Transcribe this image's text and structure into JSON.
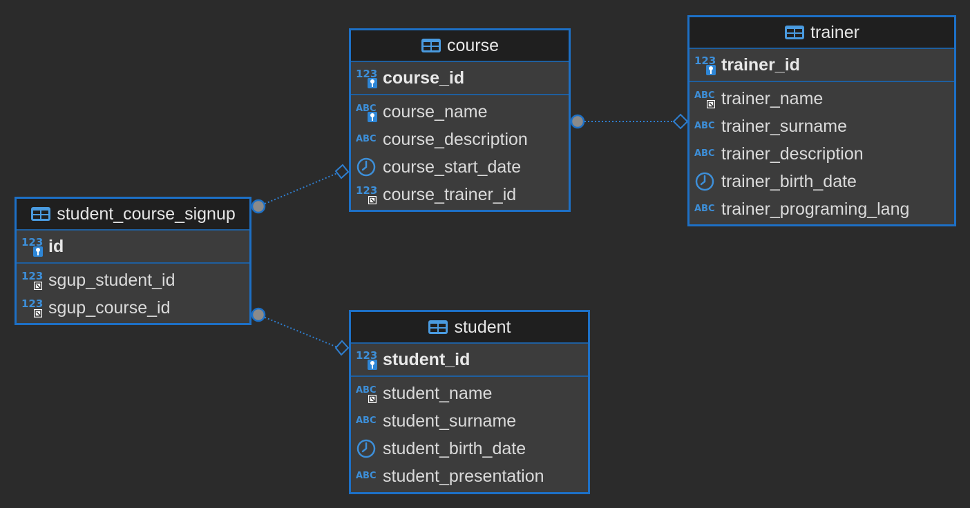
{
  "colors": {
    "accent": "#1d70c6",
    "background": "#2b2b2b",
    "link": "#2f7fd0"
  },
  "entities": {
    "course": {
      "title": "course",
      "pk": {
        "name": "course_id",
        "icon": "numeric-key-icon"
      },
      "columns": [
        {
          "name": "course_name",
          "icon": "text-key-icon"
        },
        {
          "name": "course_description",
          "icon": "text-icon"
        },
        {
          "name": "course_start_date",
          "icon": "clock-icon"
        },
        {
          "name": "course_trainer_id",
          "icon": "numeric-fk-icon"
        }
      ]
    },
    "trainer": {
      "title": "trainer",
      "pk": {
        "name": "trainer_id",
        "icon": "numeric-key-icon"
      },
      "columns": [
        {
          "name": "trainer_name",
          "icon": "text-fk-icon"
        },
        {
          "name": "trainer_surname",
          "icon": "text-icon"
        },
        {
          "name": "trainer_description",
          "icon": "text-icon"
        },
        {
          "name": "trainer_birth_date",
          "icon": "clock-icon"
        },
        {
          "name": "trainer_programing_lang",
          "icon": "text-icon"
        }
      ]
    },
    "signup": {
      "title": "student_course_signup",
      "pk": {
        "name": "id",
        "icon": "numeric-key-icon"
      },
      "columns": [
        {
          "name": "sgup_student_id",
          "icon": "numeric-fk-icon"
        },
        {
          "name": "sgup_course_id",
          "icon": "numeric-fk-icon"
        }
      ]
    },
    "student": {
      "title": "student",
      "pk": {
        "name": "student_id",
        "icon": "numeric-key-icon"
      },
      "columns": [
        {
          "name": "student_name",
          "icon": "text-fk-icon"
        },
        {
          "name": "student_surname",
          "icon": "text-icon"
        },
        {
          "name": "student_birth_date",
          "icon": "clock-icon"
        },
        {
          "name": "student_presentation",
          "icon": "text-icon"
        }
      ]
    }
  },
  "relationships": [
    {
      "from": "course.course_trainer_id",
      "to": "trainer.trainer_id"
    },
    {
      "from": "student_course_signup.sgup_course_id",
      "to": "course.course_id"
    },
    {
      "from": "student_course_signup.sgup_student_id",
      "to": "student.student_id"
    }
  ]
}
